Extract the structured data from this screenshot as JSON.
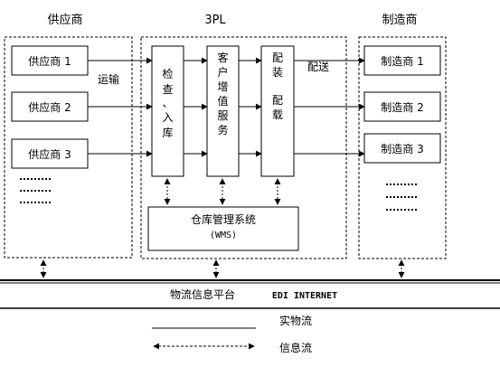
{
  "sections": {
    "supplier": "供应商",
    "tpl": "3PL",
    "manufacturer": "制造商"
  },
  "suppliers": [
    "供应商 1",
    "供应商 2",
    "供应商 3"
  ],
  "manufacturers": [
    "制造商 1",
    "制造商 2",
    "制造商 3"
  ],
  "ellipsis": "……",
  "process_steps": [
    [
      "检",
      "查",
      "、",
      "入",
      "库"
    ],
    [
      "客",
      "户",
      "增",
      "值",
      "服",
      "务"
    ],
    [
      "配",
      "装",
      "配",
      "载"
    ]
  ],
  "labels": {
    "transport": "运输",
    "delivery": "配送"
  },
  "wms": {
    "title": "仓库管理系统",
    "subtitle": "(WMS)"
  },
  "platform": {
    "title": "物流信息平台",
    "edi_internet": "EDI  INTERNET"
  },
  "legend": {
    "physical_flow": "实物流",
    "info_flow": "信息流"
  }
}
